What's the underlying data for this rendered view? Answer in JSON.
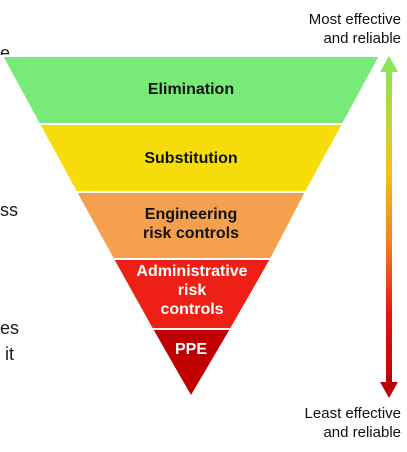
{
  "hierarchy": {
    "levels": [
      {
        "label": "Elimination",
        "color": "#77ea77",
        "text_color": "#111111"
      },
      {
        "label": "Substitution",
        "color": "#f7dc0c",
        "text_color": "#111111"
      },
      {
        "label_lines": [
          "Engineering",
          "risk controls"
        ],
        "color": "#f4a04e",
        "text_color": "#111111"
      },
      {
        "label_lines": [
          "Administrative",
          "risk",
          "controls"
        ],
        "color": "#ee1f14",
        "text_color": "#ffffff"
      },
      {
        "label": "PPE",
        "color": "#c00000",
        "text_color": "#ffffff"
      }
    ]
  },
  "scale": {
    "top_label_lines": [
      "Most effective",
      "and reliable"
    ],
    "bottom_label_lines": [
      "Least effective",
      "and reliable"
    ],
    "gradient_colors": [
      "#8ae55a",
      "#f4c21a",
      "#f0821e",
      "#e81414",
      "#c00000"
    ]
  },
  "clipped_text": {
    "fragments": [
      "e",
      "ss",
      "es",
      "it"
    ]
  }
}
